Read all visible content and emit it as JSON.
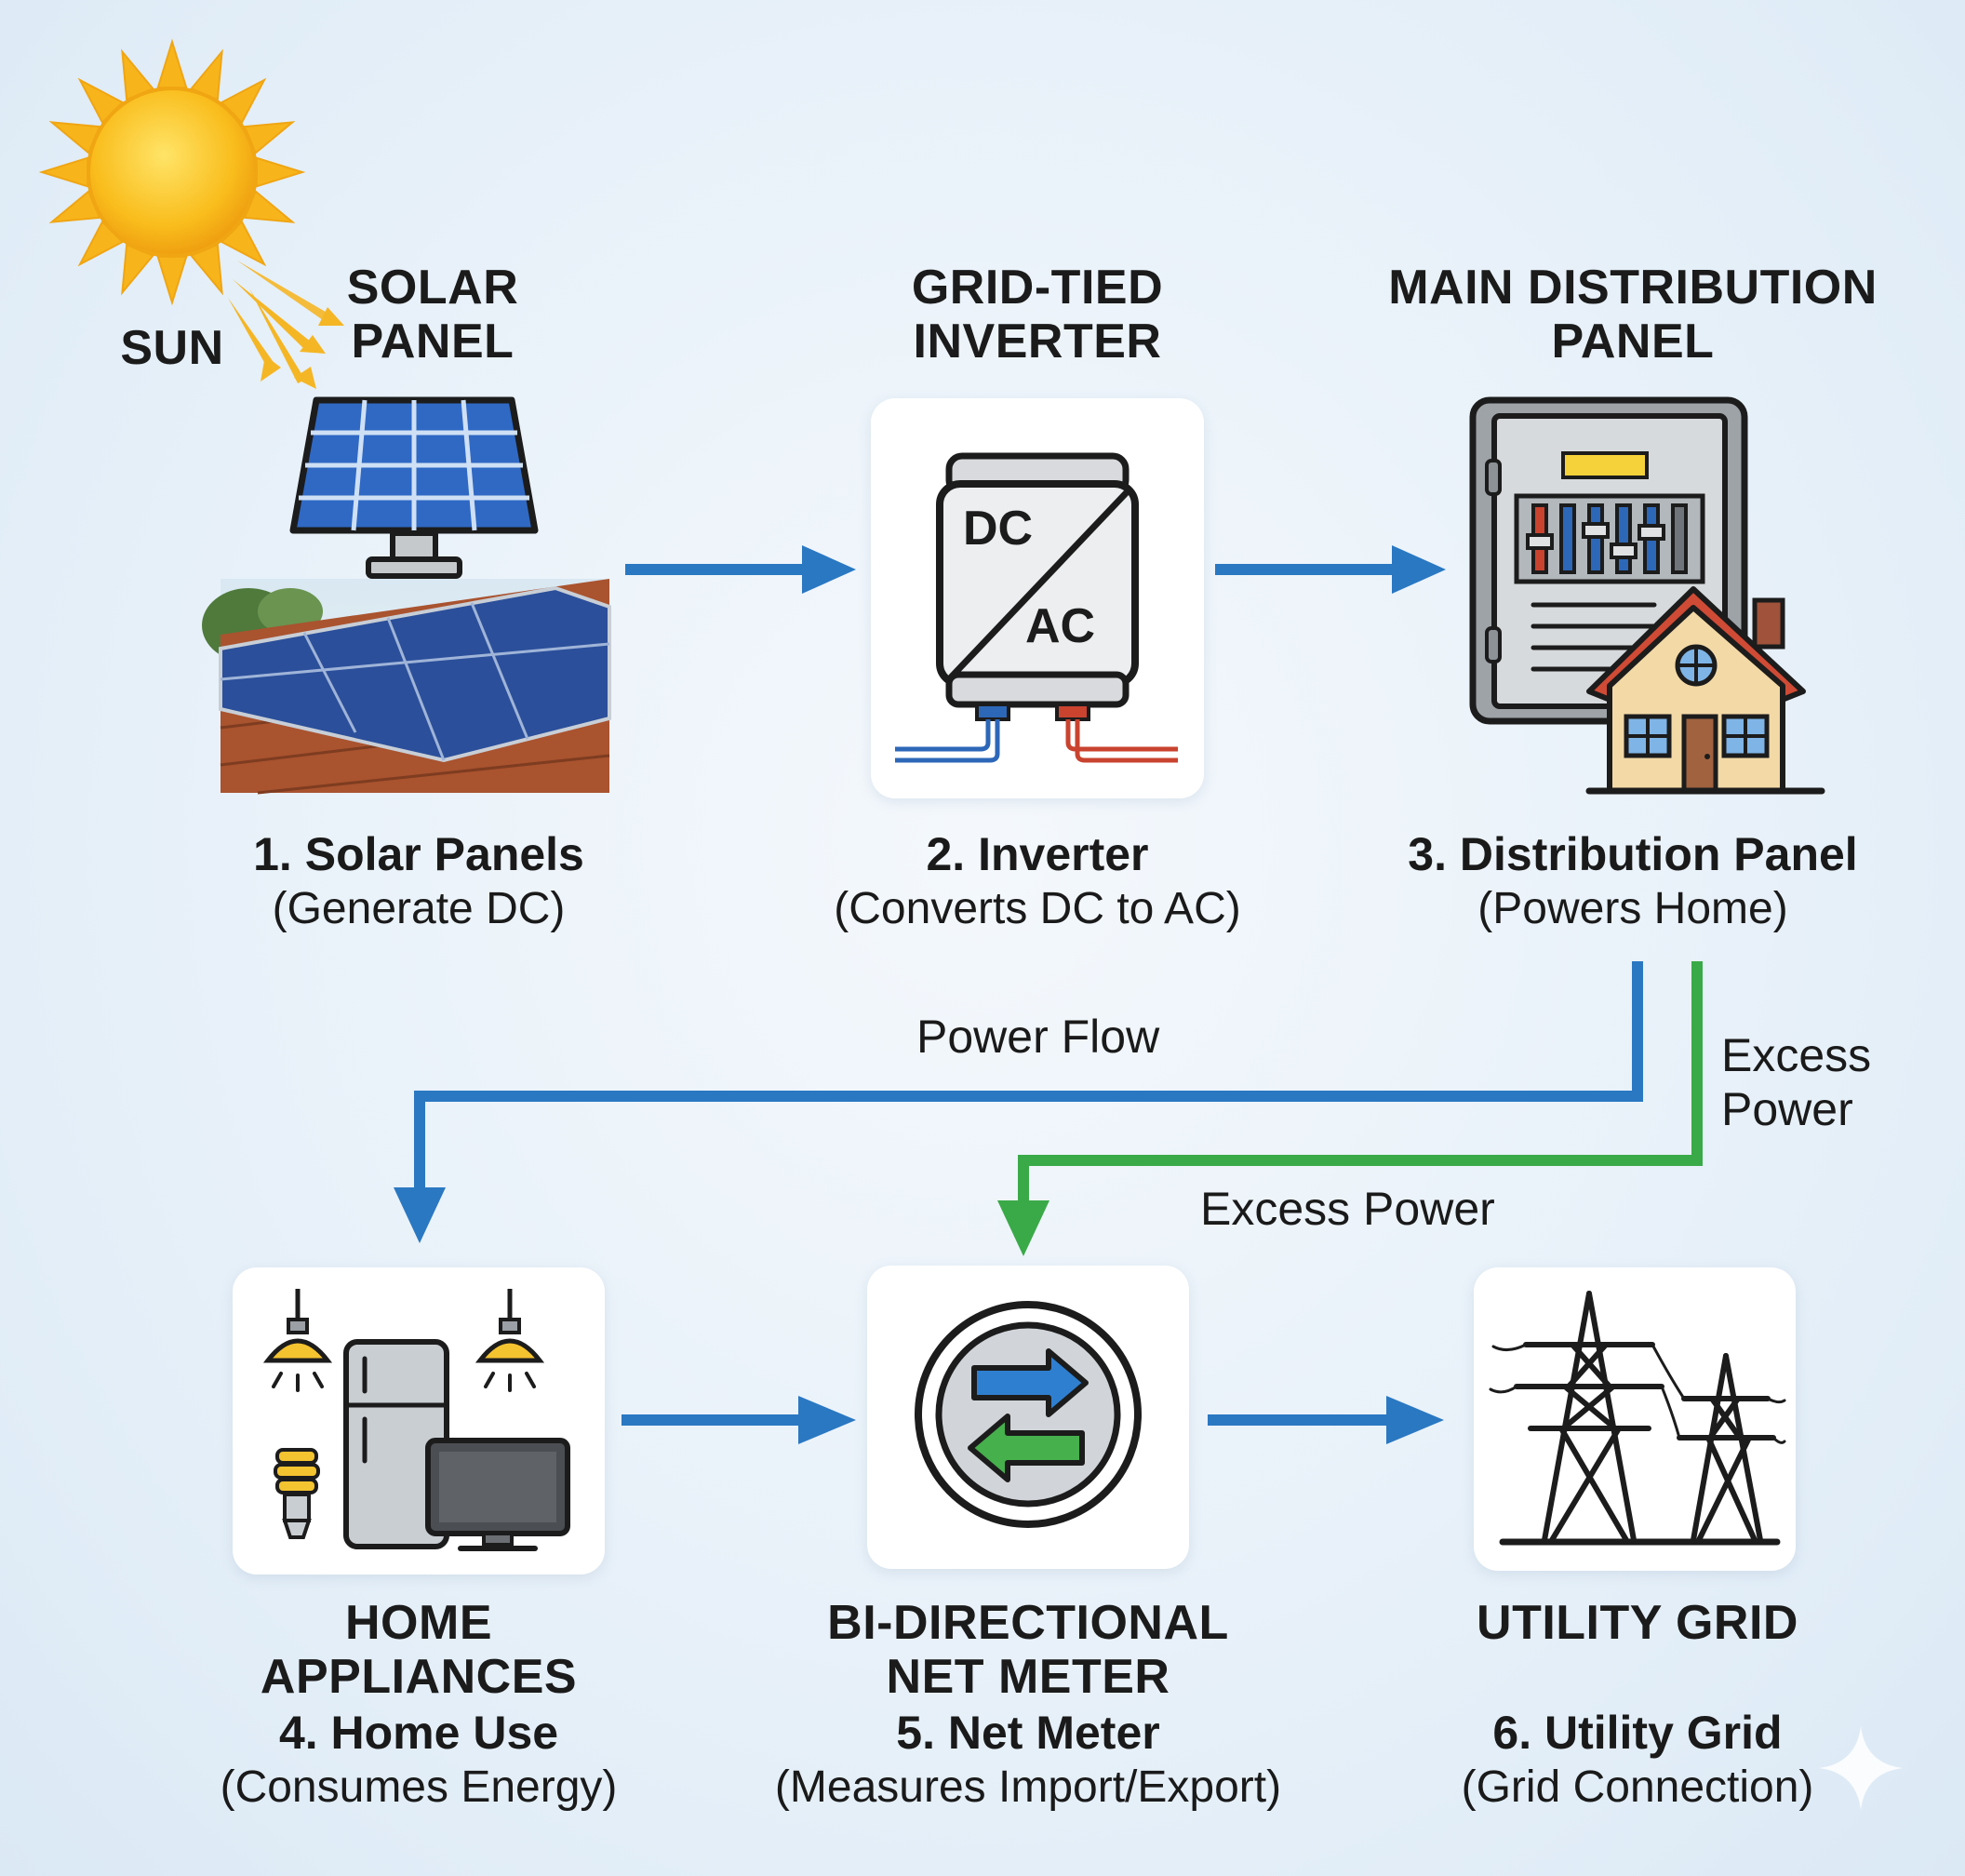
{
  "sun": {
    "label": "SUN",
    "icon": "sun-icon"
  },
  "stages": {
    "solar": {
      "heading": "SOLAR\nPANEL",
      "title": "1. Solar Panels",
      "subtitle": "(Generate DC)",
      "icon": "solar-panel-icon"
    },
    "inverter": {
      "heading": "GRID-TIED\nINVERTER",
      "title": "2. Inverter",
      "subtitle": "(Converts DC to AC)",
      "icon": "inverter-icon",
      "dc_text": "DC",
      "ac_text": "AC"
    },
    "distribution": {
      "heading": "MAIN DISTRIBUTION\nPANEL",
      "title": "3. Distribution Panel",
      "subtitle": "(Powers Home)",
      "icon": "distribution-panel-icon"
    },
    "appliances": {
      "heading": "HOME\nAPPLIANCES",
      "title": "4. Home Use",
      "subtitle": "(Consumes Energy)",
      "icon": "home-appliances-icon"
    },
    "meter": {
      "heading": "BI-DIRECTIONAL\nNET METER",
      "title": "5. Net Meter",
      "subtitle": "(Measures Import/Export)",
      "icon": "net-meter-icon"
    },
    "grid": {
      "heading": "UTILITY GRID",
      "title": "6. Utility Grid",
      "subtitle": "(Grid Connection)",
      "icon": "power-tower-icon"
    }
  },
  "flow_labels": {
    "power_flow": "Power Flow",
    "excess_power_side": "Excess\nPower",
    "excess_power": "Excess Power"
  },
  "colors": {
    "blue_arrow": "#2a78c2",
    "green_arrow": "#3aaa48",
    "sun": "#f7b51b",
    "panel_blue": "#2f69c4"
  }
}
